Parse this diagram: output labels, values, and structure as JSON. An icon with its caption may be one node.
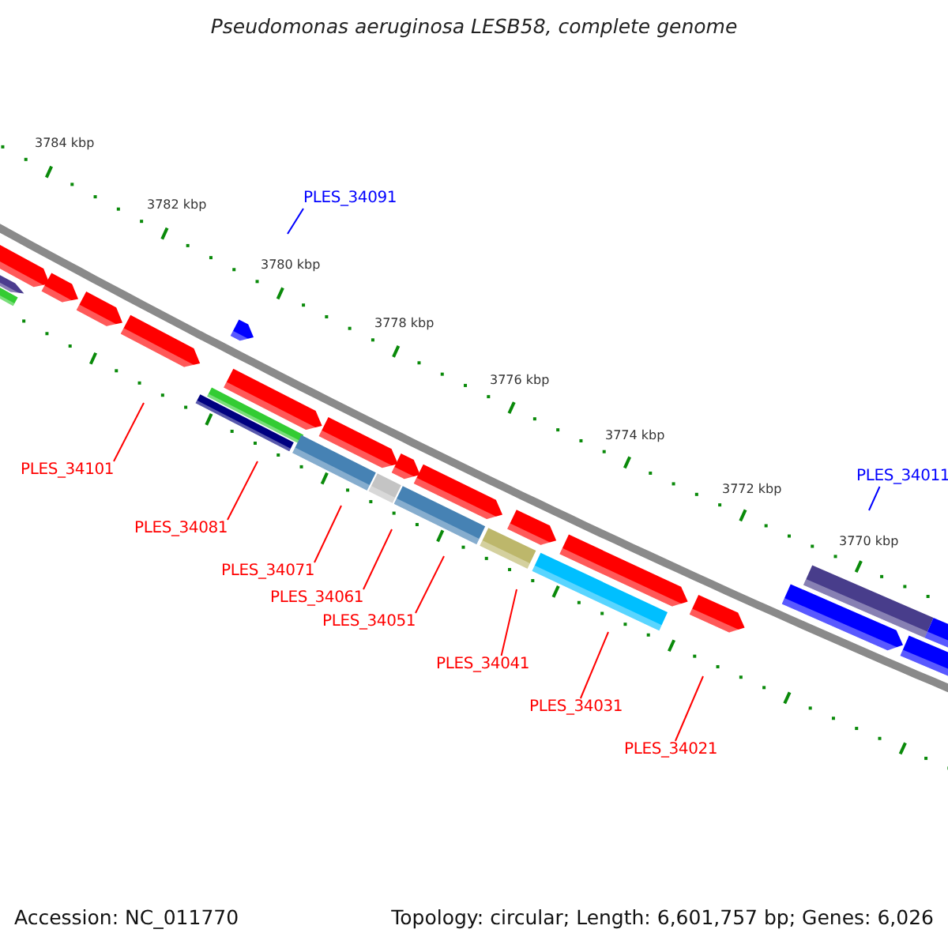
{
  "diagram": {
    "title": "Pseudomonas aeruginosa LESB58, complete genome",
    "nodes": [
      {
        "text": [
          "PLES_34091"
        ]
      },
      {
        "text": [
          "PLES_34101"
        ]
      },
      {
        "text": [
          "PLES_34011"
        ]
      },
      {
        "text": [
          "PLES_34081"
        ]
      },
      {
        "text": [
          "PLES_34071"
        ]
      },
      {
        "text": [
          "PLES_34061"
        ]
      },
      {
        "text": [
          "PLES_34051"
        ]
      },
      {
        "text": [
          "PLES_34041"
        ]
      },
      {
        "text": [
          "PLES_34031"
        ]
      },
      {
        "text": [
          "PLES_34021"
        ]
      }
    ],
    "edges": [
      {
        "from": 0,
        "to": null,
        "arrow": "none",
        "color": "#0000ff"
      },
      {
        "from": 1,
        "to": null,
        "arrow": "none"
      },
      {
        "from": 2,
        "to": null,
        "arrow": "none",
        "color": "#0000ff"
      },
      {
        "from": 3,
        "to": null,
        "arrow": "none"
      },
      {
        "from": 4,
        "to": null,
        "arrow": "none"
      },
      {
        "from": 5,
        "to": null,
        "arrow": "none"
      },
      {
        "from": 6,
        "to": null,
        "arrow": "none"
      },
      {
        "from": 7,
        "to": null,
        "arrow": "none"
      },
      {
        "from": 8,
        "to": null,
        "arrow": "none"
      },
      {
        "from": 9,
        "to": null,
        "arrow": "none"
      }
    ],
    "labels": [
      "3784 kbp",
      "3782 kbp",
      "3780 kbp",
      "3778 kbp",
      "3776 kbp",
      "3774 kbp",
      "3772 kbp",
      "3770 kbp",
      "Accession: NC_011770",
      "Topology: circular; Length: 6,601,757 bp; Genes: 6,026"
    ]
  }
}
